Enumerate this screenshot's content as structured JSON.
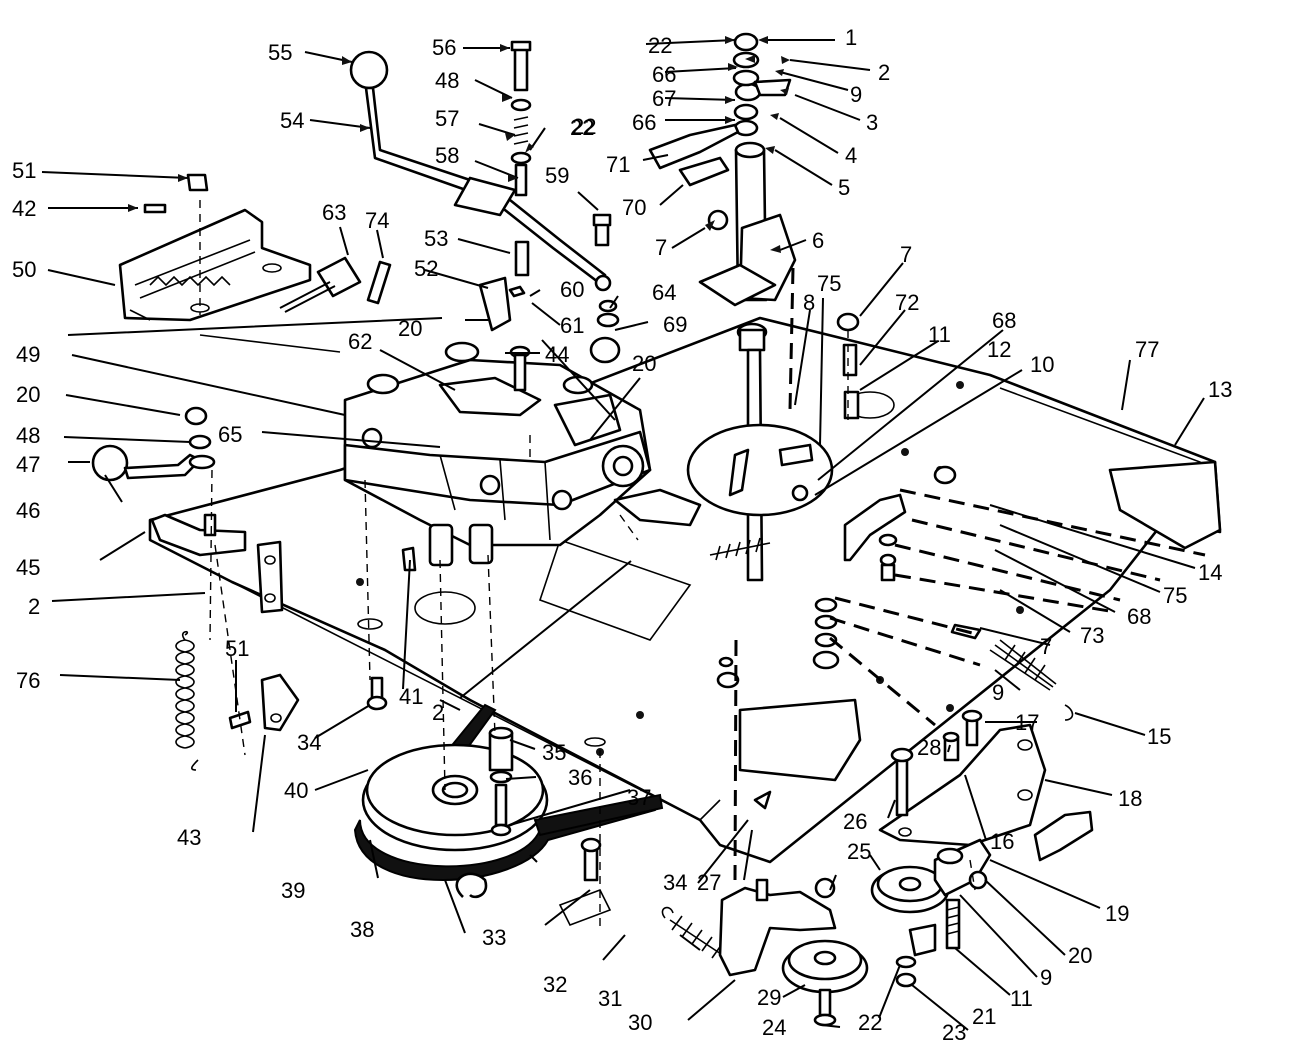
{
  "diagram": {
    "labels": [
      "1",
      "2",
      "9",
      "3",
      "4",
      "5",
      "6",
      "7",
      "8",
      "75",
      "7",
      "72",
      "11",
      "68",
      "12",
      "10",
      "77",
      "13",
      "14",
      "75",
      "68",
      "73",
      "7",
      "9",
      "15",
      "17",
      "18",
      "16",
      "28",
      "26",
      "25",
      "19",
      "20",
      "9",
      "11",
      "21",
      "23",
      "22",
      "24",
      "29",
      "30",
      "31",
      "32",
      "33",
      "27",
      "34",
      "38",
      "39",
      "40",
      "35",
      "36",
      "37",
      "41",
      "2",
      "43",
      "34",
      "51",
      "76",
      "2",
      "45",
      "46",
      "47",
      "48",
      "20",
      "65",
      "49",
      "62",
      "44",
      "20",
      "20",
      "52",
      "53",
      "61",
      "60",
      "64",
      "69",
      "59",
      "70",
      "71",
      "66",
      "67",
      "66",
      "22",
      "22",
      "56",
      "48",
      "57",
      "22",
      "58",
      "55",
      "54",
      "51",
      "42",
      "50",
      "63",
      "74"
    ]
  }
}
